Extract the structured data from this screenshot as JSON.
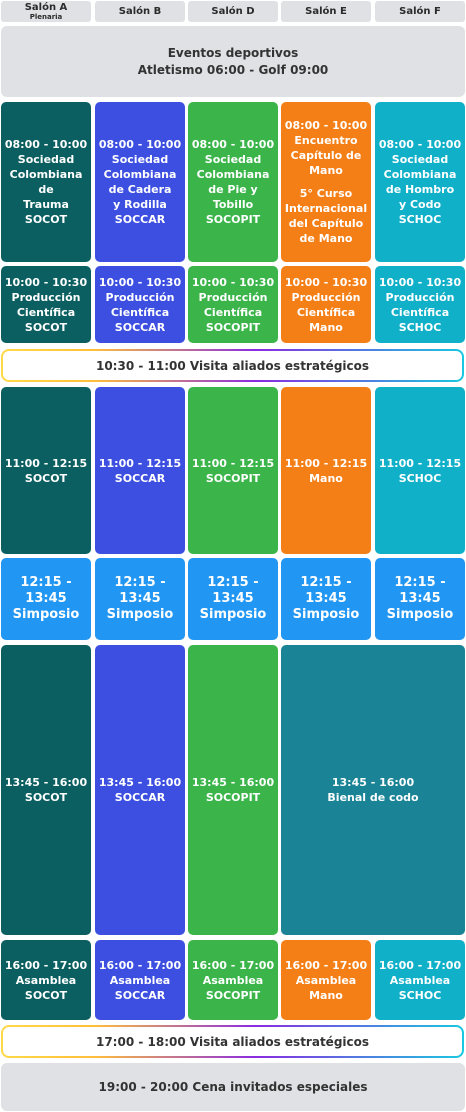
{
  "headers": [
    {
      "label": "Salón A",
      "sub": "Plenaria"
    },
    {
      "label": "Salón B"
    },
    {
      "label": "Salón D"
    },
    {
      "label": "Salón E"
    },
    {
      "label": "Salón F"
    }
  ],
  "top_panel": {
    "line1": "Eventos deportivos",
    "line2": "Atletismo 06:00 - Golf 09:00"
  },
  "row1": [
    {
      "lines": [
        "08:00 - 10:00",
        "Sociedad",
        "Colombiana",
        "de",
        "Trauma",
        "SOCOT"
      ]
    },
    {
      "lines": [
        "08:00 - 10:00",
        "Sociedad",
        "Colombiana",
        "de Cadera",
        "y Rodilla",
        "SOCCAR"
      ]
    },
    {
      "lines": [
        "08:00 - 10:00",
        "Sociedad",
        "Colombiana",
        "de Pie y",
        "Tobillo",
        "SOCOPIT"
      ]
    },
    {
      "lines": [
        "08:00 - 10:00",
        "Encuentro",
        "Capítulo de",
        "Mano"
      ],
      "lines2": [
        "5° Curso",
        "Internacional",
        "del Capítulo",
        "de Mano"
      ]
    },
    {
      "lines": [
        "08:00 - 10:00",
        "Sociedad",
        "Colombiana",
        "de Hombro",
        "y Codo",
        "SCHOC"
      ]
    }
  ],
  "row2": [
    {
      "lines": [
        "10:00 - 10:30",
        "Producción",
        "Científica",
        "SOCOT"
      ]
    },
    {
      "lines": [
        "10:00 - 10:30",
        "Producción",
        "Científica",
        "SOCCAR"
      ]
    },
    {
      "lines": [
        "10:00 - 10:30",
        "Producción",
        "Científica",
        "SOCOPIT"
      ]
    },
    {
      "lines": [
        "10:00 - 10:30",
        "Producción",
        "Científica",
        "Mano"
      ]
    },
    {
      "lines": [
        "10:00 - 10:30",
        "Producción",
        "Científica",
        "SCHOC"
      ]
    }
  ],
  "break1": "10:30 - 11:00  Visita aliados estratégicos",
  "row3": [
    {
      "lines": [
        "11:00 - 12:15",
        "SOCOT"
      ]
    },
    {
      "lines": [
        "11:00 - 12:15",
        "SOCCAR"
      ]
    },
    {
      "lines": [
        "11:00 - 12:15",
        "SOCOPIT"
      ]
    },
    {
      "lines": [
        "11:00 - 12:15",
        "Mano"
      ]
    },
    {
      "lines": [
        "11:00 - 12:15",
        "SCHOC"
      ]
    }
  ],
  "row4": [
    {
      "lines": [
        "12:15 - 13:45",
        "Simposio"
      ]
    },
    {
      "lines": [
        "12:15 - 13:45",
        "Simposio"
      ]
    },
    {
      "lines": [
        "12:15 - 13:45",
        "Simposio"
      ]
    },
    {
      "lines": [
        "12:15 - 13:45",
        "Simposio"
      ]
    },
    {
      "lines": [
        "12:15 - 13:45",
        "Simposio"
      ]
    }
  ],
  "row5": [
    {
      "lines": [
        "13:45 - 16:00",
        "SOCOT"
      ]
    },
    {
      "lines": [
        "13:45 - 16:00",
        "SOCCAR"
      ]
    },
    {
      "lines": [
        "13:45 - 16:00",
        "SOCOPIT"
      ]
    },
    {
      "lines": [
        "13:45 - 16:00",
        "Bienal de codo"
      ]
    }
  ],
  "row6": [
    {
      "lines": [
        "16:00 - 17:00",
        "Asamblea",
        "SOCOT"
      ]
    },
    {
      "lines": [
        "16:00 - 17:00",
        "Asamblea",
        "SOCCAR"
      ]
    },
    {
      "lines": [
        "16:00 - 17:00",
        "Asamblea",
        "SOCOPIT"
      ]
    },
    {
      "lines": [
        "16:00 - 17:00",
        "Asamblea",
        "Mano"
      ]
    },
    {
      "lines": [
        "16:00 - 17:00",
        "Asamblea",
        "SCHOC"
      ]
    }
  ],
  "break2": "17:00 - 18:00  Visita aliados estratégicos",
  "bottom_panel": "19:00 - 20:00  Cena invitados especiales",
  "colors": {
    "socot": "#0b5f61",
    "soccar": "#3c4fe0",
    "socopit": "#3bb54a",
    "mano": "#f57f17",
    "schoc": "#10b0c9",
    "bienal": "#1a8496",
    "simposio": "#2196f3"
  }
}
